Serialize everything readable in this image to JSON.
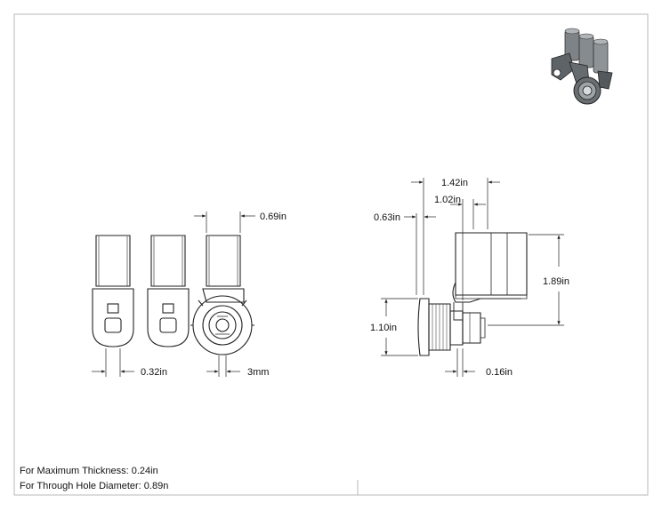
{
  "dimensions": {
    "front_width": "0.69in",
    "tab_width": "0.32in",
    "bore": "3mm",
    "overall_length": "1.42in",
    "arm_length": "1.02in",
    "flange_offset": "0.63in",
    "body_height": "1.89in",
    "thread_height": "1.10in",
    "nut_width": "0.16in"
  },
  "notes": {
    "max_thickness": "For Maximum Thickness: 0.24in",
    "through_hole": "For Through Hole Diameter: 0.89n"
  },
  "colors": {
    "line": "#222222",
    "frame": "#b8b8b8",
    "thumb_dark": "#555a5e",
    "thumb_light": "#9a9fa3"
  }
}
